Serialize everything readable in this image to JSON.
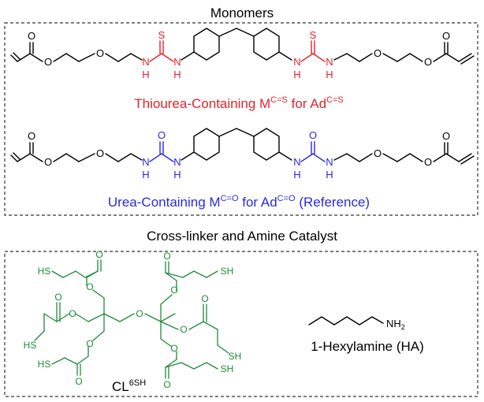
{
  "sections": {
    "monomers_title": "Monomers",
    "crosslinker_title": "Cross-linker and Amine Catalyst"
  },
  "atoms": {
    "oxygen": "O",
    "nitrogen": "N",
    "hydrogen": "H",
    "sulfur": "S",
    "sh": "SH",
    "hs": "HS",
    "nh": "NH",
    "nh_sub": "2"
  },
  "thiourea_caption": {
    "part1": "Thiourea-Containing M",
    "sup1": "C=S",
    "part2": " for Ad",
    "sup2": "C=S"
  },
  "urea_caption": {
    "part1": "Urea-Containing M",
    "sup1": "C=O",
    "part2": " for Ad",
    "sup2": "C=O",
    "part3": " (Reference)"
  },
  "crosslinker": {
    "label_main": "CL",
    "label_sup": "6SH"
  },
  "catalyst": {
    "label": "1-Hexylamine (HA)"
  },
  "colors": {
    "black": "#000000",
    "thiourea_red": "#e8222a",
    "urea_blue": "#2a2ae0",
    "crosslinker_green": "#1f8c3a",
    "box_border": "#333333"
  }
}
